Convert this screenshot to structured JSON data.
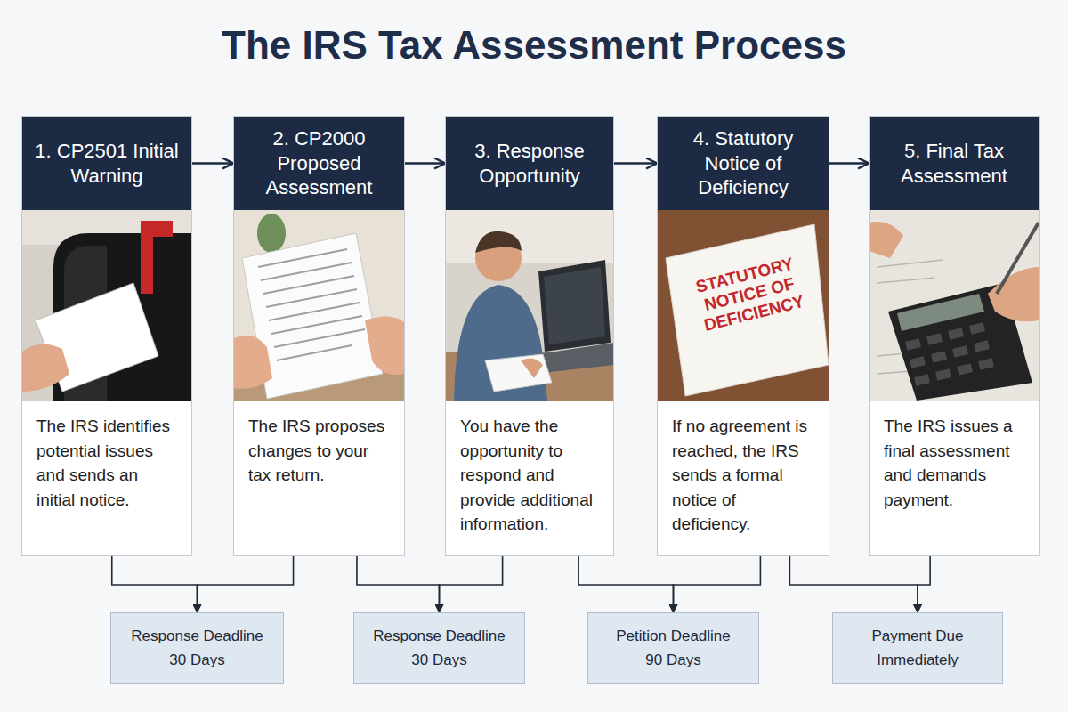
{
  "diagram": {
    "title": "The IRS Tax Assessment Process",
    "nodes": [
      {
        "text": [
          "1. CP2501 Initial Warning",
          "The IRS identifies potential issues and sends an initial notice."
        ]
      },
      {
        "text": [
          "2. CP2000 Proposed Assessment",
          "The IRS proposes changes to your tax return."
        ]
      },
      {
        "text": [
          "3. Response Opportunity",
          "You have the opportunity to respond and provide additional information."
        ]
      },
      {
        "text": [
          "4. Statutory Notice of Deficiency",
          "If no agreement is reached, the IRS sends a formal notice of deficiency."
        ]
      },
      {
        "text": [
          "5. Final Tax Assessment",
          "The IRS issues a final assessment and demands payment."
        ]
      },
      {
        "text": [
          "Response Deadline",
          "30 Days"
        ]
      },
      {
        "text": [
          "Response Deadline",
          "30 Days"
        ]
      },
      {
        "text": [
          "Petition Deadline",
          "90 Days"
        ]
      },
      {
        "text": [
          "Payment Due",
          "Immediately"
        ]
      }
    ],
    "edges": [
      {
        "from": 0,
        "to": 1,
        "arrow": "to"
      },
      {
        "from": 1,
        "to": 2,
        "arrow": "to"
      },
      {
        "from": 2,
        "to": 3,
        "arrow": "to"
      },
      {
        "from": 3,
        "to": 4,
        "arrow": "to"
      },
      {
        "from": 0,
        "to": 5,
        "arrow": "to"
      },
      {
        "from": 1,
        "to": 5,
        "arrow": "to"
      },
      {
        "from": 1,
        "to": 6,
        "arrow": "to"
      },
      {
        "from": 2,
        "to": 6,
        "arrow": "to"
      },
      {
        "from": 2,
        "to": 7,
        "arrow": "to"
      },
      {
        "from": 3,
        "to": 7,
        "arrow": "to"
      },
      {
        "from": 3,
        "to": 8,
        "arrow": "to"
      },
      {
        "from": 4,
        "to": 8,
        "arrow": "to"
      }
    ],
    "labels": [
      "STATUTORY NOTICE OF DEFICIENCY"
    ]
  }
}
